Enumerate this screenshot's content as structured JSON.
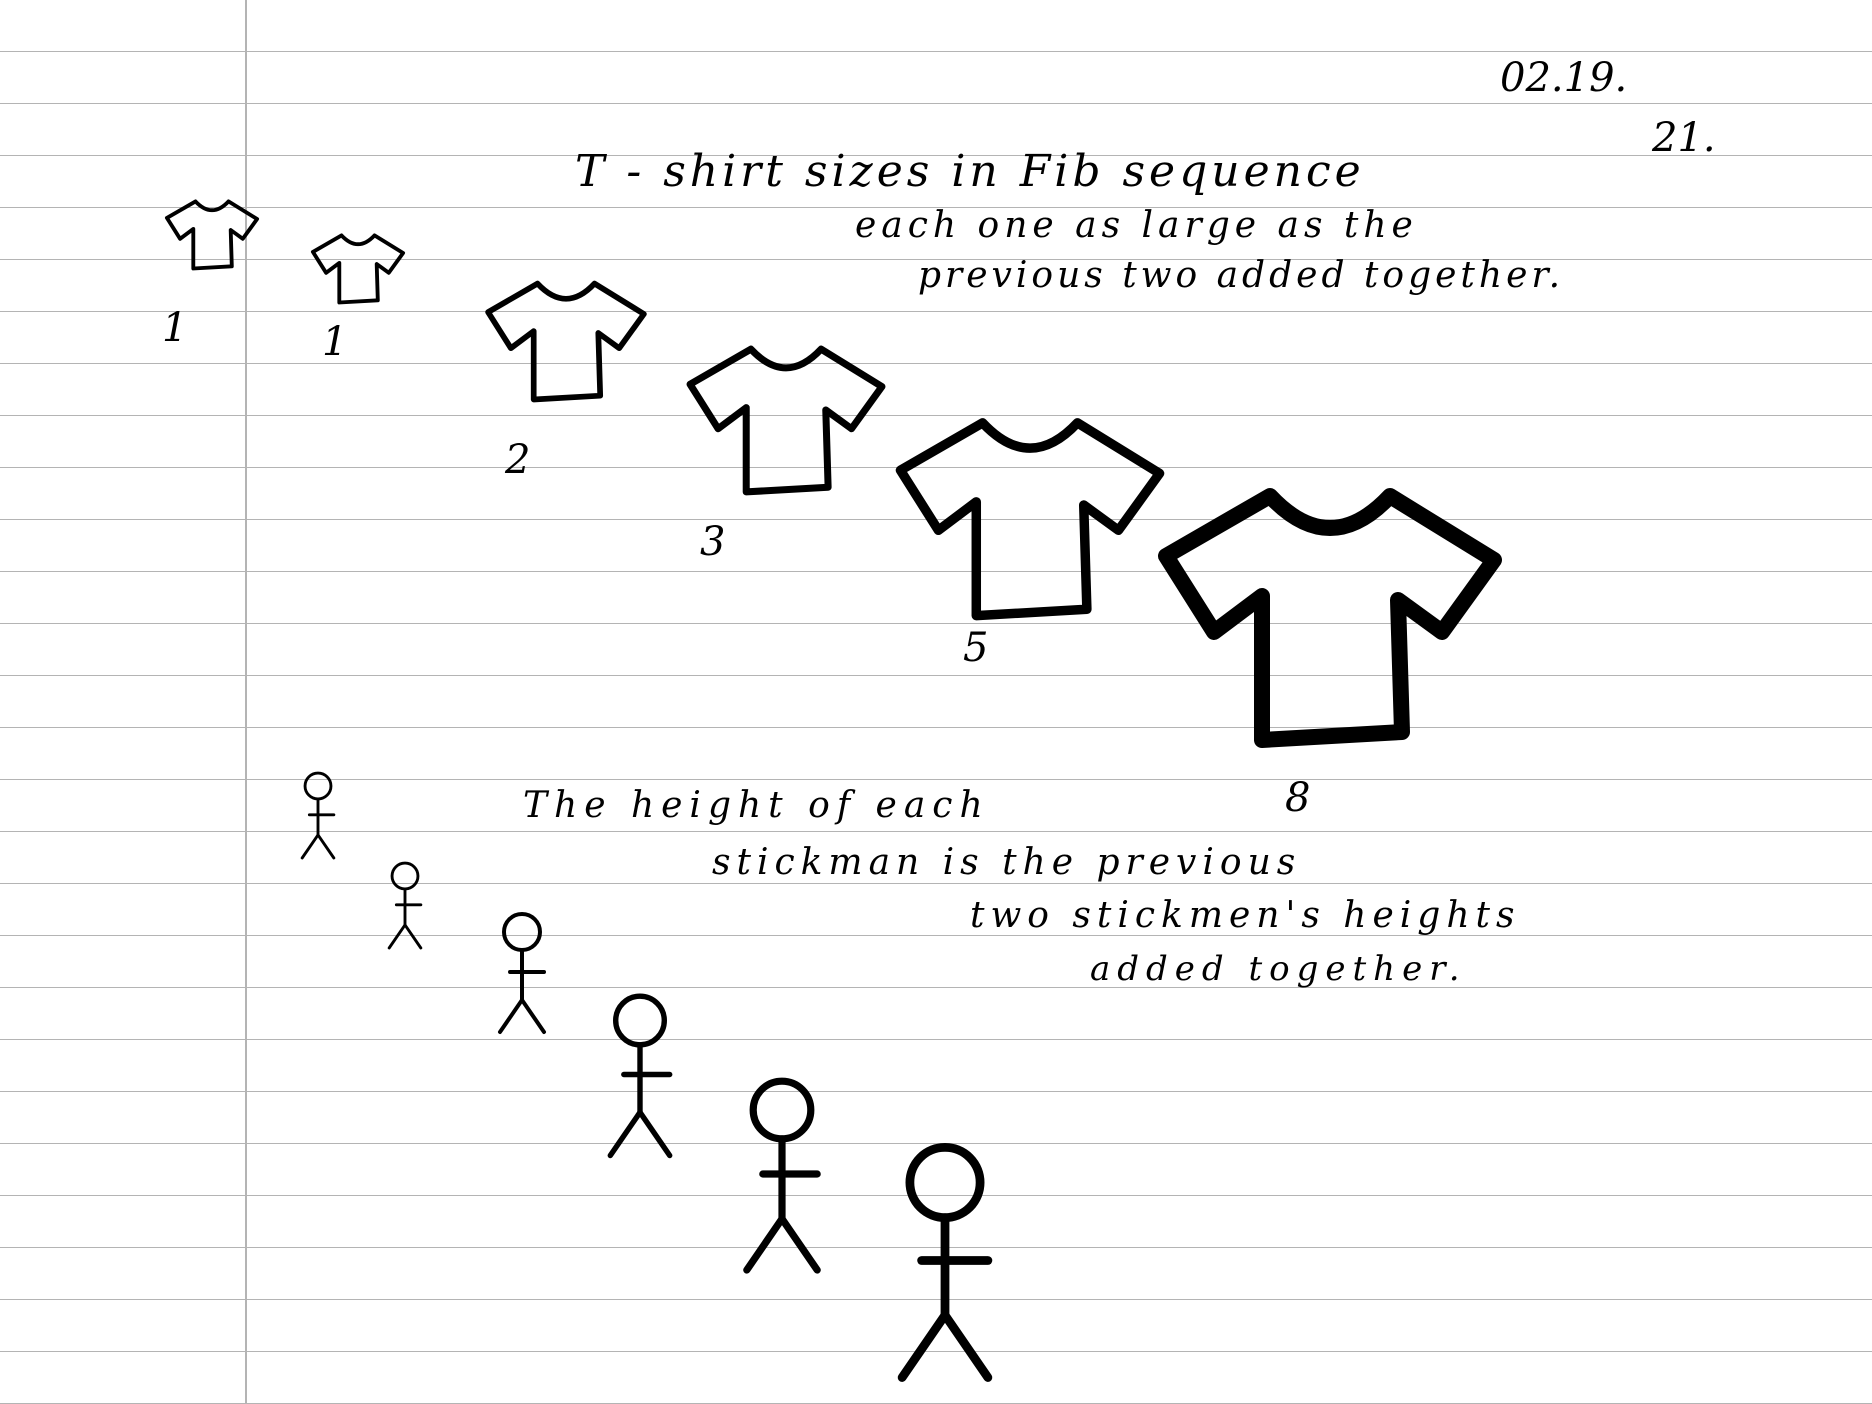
{
  "date": "02.19.",
  "page_number": "21.",
  "tshirt_note": {
    "line1": "T - shirt   sizes   in   Fib  sequence",
    "line2": "each  one  as  large  as  the",
    "line3": "previous  two  added  together."
  },
  "tshirt_labels": [
    "1",
    "1",
    "2",
    "3",
    "5",
    "8"
  ],
  "stickman_note": {
    "line1": "The  height  of  each",
    "line2": "stickman   is  the  previous",
    "line3": "two  stickmen's  heights",
    "line4": "added  together."
  },
  "colors": {
    "ink": "#000000",
    "rule": "#b4b4b4",
    "paper": "#ffffff"
  }
}
